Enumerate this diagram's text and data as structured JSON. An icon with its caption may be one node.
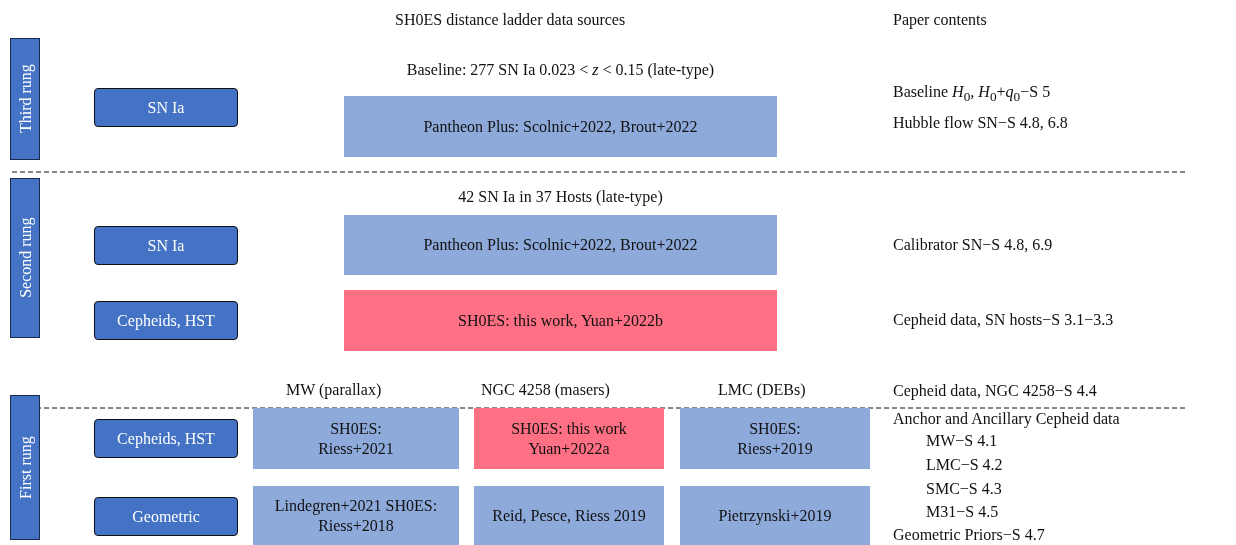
{
  "diagram": {
    "title": "SH0ES distance ladder data sources",
    "nodes": [
      {
        "text": [
          "Third rung"
        ]
      },
      {
        "text": [
          "SN Ia"
        ]
      },
      {
        "text": [
          "Baseline: 277 SN Ia 0.023 < *z* < 0.15 (late-type)",
          "Pantheon Plus: Scolnic+2022, Brout+2022"
        ]
      },
      {
        "text": [
          "Second rung"
        ]
      },
      {
        "text": [
          "SN Ia"
        ]
      },
      {
        "text": [
          "42 SN Ia in 37 Hosts (late-type)",
          "Pantheon Plus: Scolnic+2022, Brout+2022"
        ]
      },
      {
        "text": [
          "Cepheids, HST"
        ]
      },
      {
        "text": [
          "SH0ES: this work, Yuan+2022b"
        ]
      },
      {
        "text": [
          "First rung"
        ]
      },
      {
        "text": [
          "Cepheids, HST"
        ]
      },
      {
        "text": [
          "SH0ES: Riess+2021"
        ]
      },
      {
        "text": [
          "SH0ES: this work Yuan+2022a"
        ]
      },
      {
        "text": [
          "SH0ES: Riess+2019"
        ]
      },
      {
        "text": [
          "Geometric"
        ]
      },
      {
        "text": [
          "Lindegren+2021 SH0ES: Riess+2018"
        ]
      },
      {
        "text": [
          "Reid, Pesce, Riess 2019"
        ]
      },
      {
        "text": [
          "Pietrzynski+2019"
        ]
      }
    ],
    "labels": [
      "Paper contents",
      "Baseline *H*$_{0}$, *H*$_{0}$+*q*$_{0}$−S 5",
      "Hubble flow SN−S 4.8, 6.8",
      "Calibrator SN−S 4.8, 6.9",
      "Cepheid data, SN hosts−S 3.1−3.3",
      "MW (parallax)",
      "NGC 4258 (masers)",
      "LMC (DEBs)",
      "Cepheid data, NGC 4258−S 4.4",
      "Anchor and Ancillary Cepheid data",
      "MW−S 4.1",
      "LMC−S 4.2",
      "SMC−S 4.3",
      "M31−S 4.5",
      "Geometric Priors−S 4.7"
    ]
  }
}
